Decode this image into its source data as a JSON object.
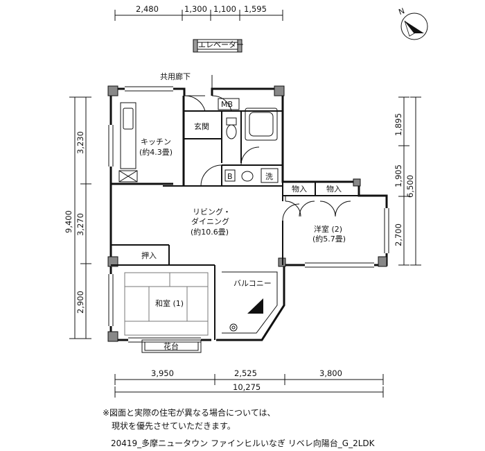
{
  "dimensions": {
    "top": [
      "2,480",
      "1,300",
      "1,100",
      "1,595"
    ],
    "left_total": "9,400",
    "left": [
      "3,230",
      "3,270",
      "2,900"
    ],
    "right_total": "6,500",
    "right": [
      "1,895",
      "1,905",
      "2,700"
    ],
    "bottom": [
      "3,950",
      "2,525",
      "3,800"
    ],
    "bottom_total": "10,275"
  },
  "labels": {
    "elevator": "エレベーター",
    "corridor": "共用廊下",
    "mb": "MB",
    "entrance": "玄関",
    "kitchen": "キッチン",
    "kitchen_size": "(約4.3畳)",
    "bath_b": "B",
    "laundry": "洗",
    "storage1": "物入",
    "storage2": "物入",
    "living_line1": "リビング・",
    "living_line2": "ダイニング",
    "living_size": "(約10.6畳)",
    "western_room": "洋室 (2)",
    "western_size": "(約5.7畳)",
    "oshiire": "押入",
    "balcony": "バルコニー",
    "japanese_room": "和室 (1)",
    "flower_bed": "花台",
    "compass": "N"
  },
  "notes": {
    "line1": "※図面と実際の住宅が異なる場合については、",
    "line2": "現状を優先させていただきます。",
    "caption": "20419_多摩ニュータウン ファインヒルいなぎ リベレ向陽台_G_2LDK"
  }
}
